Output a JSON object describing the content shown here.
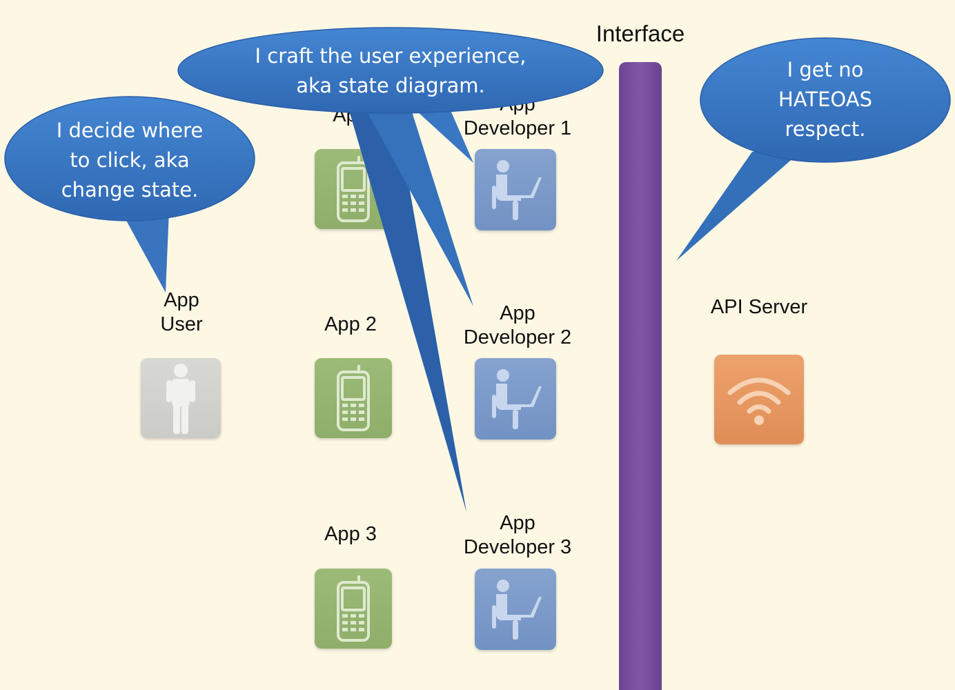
{
  "interface": {
    "label": "Interface"
  },
  "actors": {
    "app_user": {
      "label": "App\nUser",
      "icon": "person-icon"
    },
    "app1": {
      "label": "App",
      "icon": "mobile-phone-icon"
    },
    "app2": {
      "label": "App 2",
      "icon": "mobile-phone-icon"
    },
    "app3": {
      "label": "App 3",
      "icon": "mobile-phone-icon"
    },
    "dev1": {
      "label": "App\nDeveloper 1",
      "icon": "developer-at-laptop-icon"
    },
    "dev2": {
      "label": "App\nDeveloper 2",
      "icon": "developer-at-laptop-icon"
    },
    "dev3": {
      "label": "App\nDeveloper 3",
      "icon": "developer-at-laptop-icon"
    },
    "api_server": {
      "label": "API Server",
      "icon": "wifi-signal-icon"
    }
  },
  "bubbles": {
    "user": "I decide where\nto click, aka\nchange state.",
    "developer": "I craft the user experience,\naka state diagram.",
    "server": "I get no\nHATEOAS\nrespect."
  },
  "colors": {
    "background": "#fdf8e4",
    "bubble": "#3d7cc9",
    "interface_bar": "#7a52a3",
    "phone_tile": "#95b471",
    "developer_tile": "#7d9bcb",
    "user_tile": "#d2d2ce",
    "server_tile": "#e5965e"
  }
}
